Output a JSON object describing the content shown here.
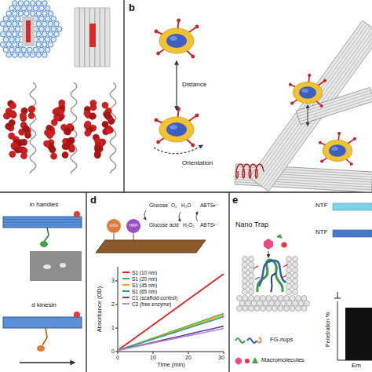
{
  "diagram": {
    "labels": [
      "b",
      "Distance",
      "Orientation",
      "in handles",
      "d kinesin",
      "d",
      "Glucose",
      "O₂",
      "H₂O",
      "ABTS•⁻",
      "ABTS²⁻",
      "Glucose acid",
      "H₂O₂",
      "Absorbance (OD)",
      "Time (min)",
      "0",
      "1",
      "2",
      "3",
      "0",
      "10",
      "20",
      "30",
      "e",
      "Nano Trap",
      "FG-nups",
      "Macromolecules",
      "NTF",
      "NTF",
      "Penetration %",
      "Em",
      "GOx",
      "HRP"
    ],
    "legend": [
      {
        "text": "S1 (10 nm)",
        "color": "#e41a1c"
      },
      {
        "text": "S1 (20 nm)",
        "color": "#4daf4a"
      },
      {
        "text": "S1 (45 nm)",
        "color": "#ff9f1c"
      },
      {
        "text": "S1 (65 nm)",
        "color": "#1f9e89"
      },
      {
        "text": "C1 (scaffold control)",
        "color": "#6a3d9a"
      },
      {
        "text": "C2 (free enzyme)",
        "color": "#b48fd6"
      }
    ]
  }
}
